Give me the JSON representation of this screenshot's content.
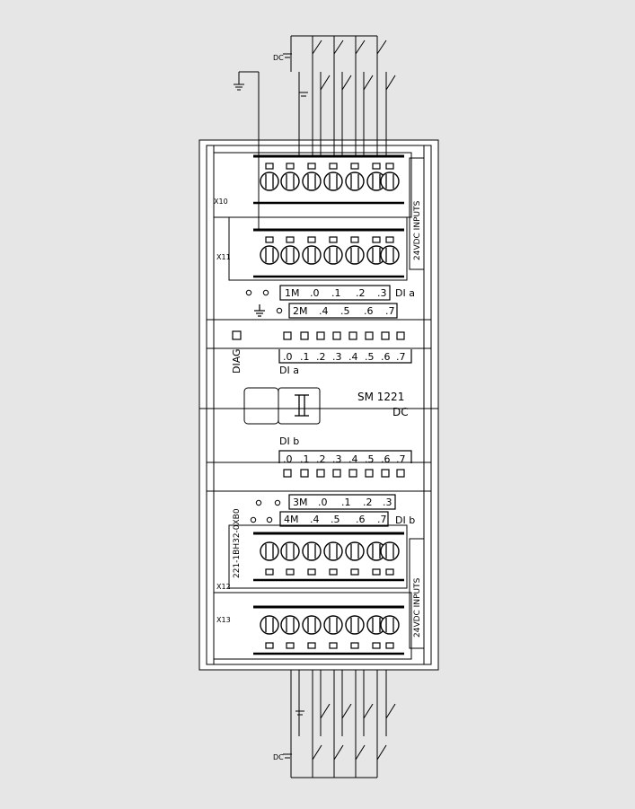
{
  "module": {
    "name": "SM 1221",
    "type": "DC",
    "order_number": "221-1BH32-0XB0",
    "diag_label": "DIAG"
  },
  "connectors": {
    "x10": "X10",
    "x11": "X11",
    "x12": "X12",
    "x13": "X13",
    "side_label": "24VDC INPUTS"
  },
  "top": {
    "group_label": "DI a",
    "row1": [
      "1M",
      ".0",
      ".1",
      ".2",
      ".3"
    ],
    "row2": [
      "2M",
      ".4",
      ".5",
      ".6",
      ".7"
    ],
    "led_label": "DI a",
    "led_numbers": [
      ".0",
      ".1",
      ".2",
      ".3",
      ".4",
      ".5",
      ".6",
      ".7"
    ]
  },
  "bottom": {
    "led_label": "DI b",
    "led_numbers": [
      ".0",
      ".1",
      ".2",
      ".3",
      ".4",
      ".5",
      ".6",
      ".7"
    ],
    "row1": [
      "3M",
      ".0",
      ".1",
      ".2",
      ".3"
    ],
    "row2": [
      "4M",
      ".4",
      ".5",
      ".6",
      ".7"
    ],
    "group_label": "DI b"
  },
  "supply": {
    "top_label": "DC",
    "bottom_label": "DC"
  }
}
